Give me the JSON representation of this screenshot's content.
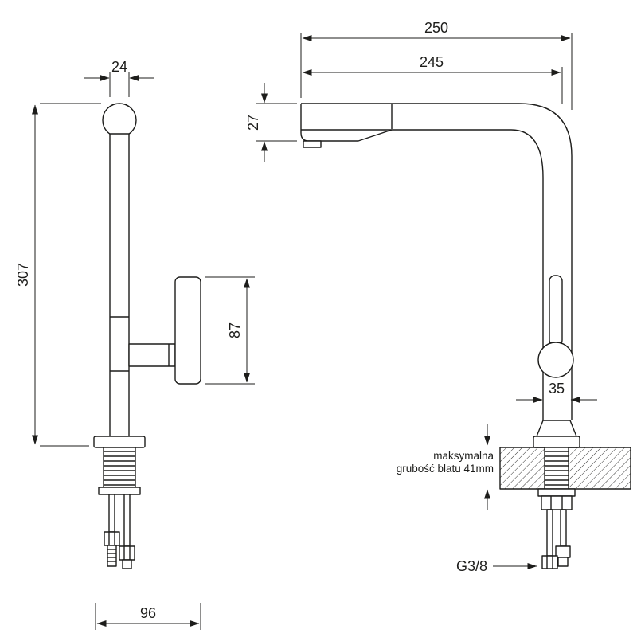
{
  "diagram": {
    "side_view": {
      "spout_diameter_mm": "24",
      "total_height_mm": "307",
      "handle_length_mm": "87",
      "base_depth_mm": "96"
    },
    "front_view": {
      "reach_overall_mm": "250",
      "reach_spout_mm": "245",
      "spout_head_height_mm": "27",
      "body_width_mm": "35",
      "counter_note_line1": "maksymalna",
      "counter_note_line2": "grubość blatu 41mm",
      "connection_thread": "G3/8"
    },
    "colors": {
      "line": "#1d1d1b",
      "background": "#ffffff"
    }
  }
}
